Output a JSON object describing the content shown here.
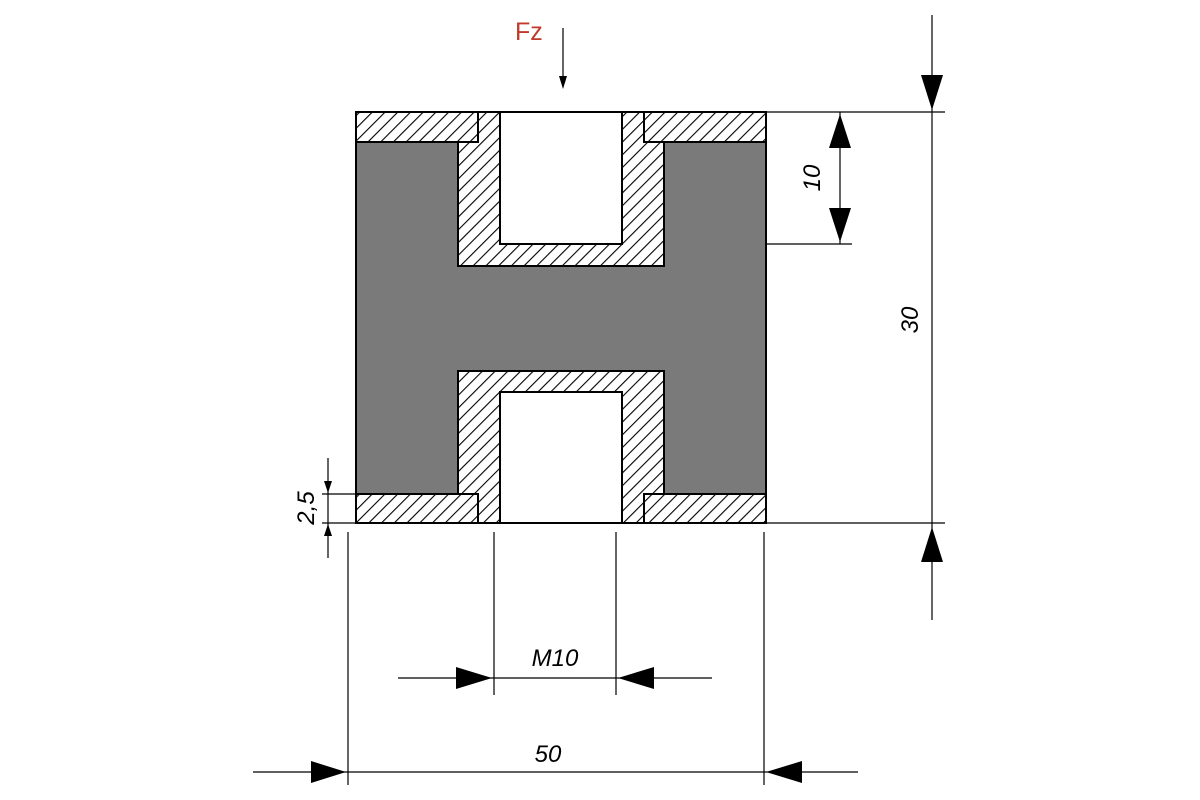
{
  "force": {
    "label": "Fz",
    "color": "#c0392b"
  },
  "dimensions": {
    "height_total": "30",
    "insert_depth": "10",
    "plate_thickness": "2,5",
    "thread": "M10",
    "diameter": "50"
  },
  "colors": {
    "rubber": "#7a7a7a",
    "hatch_background": "#ffffff",
    "lines": "#000000"
  }
}
